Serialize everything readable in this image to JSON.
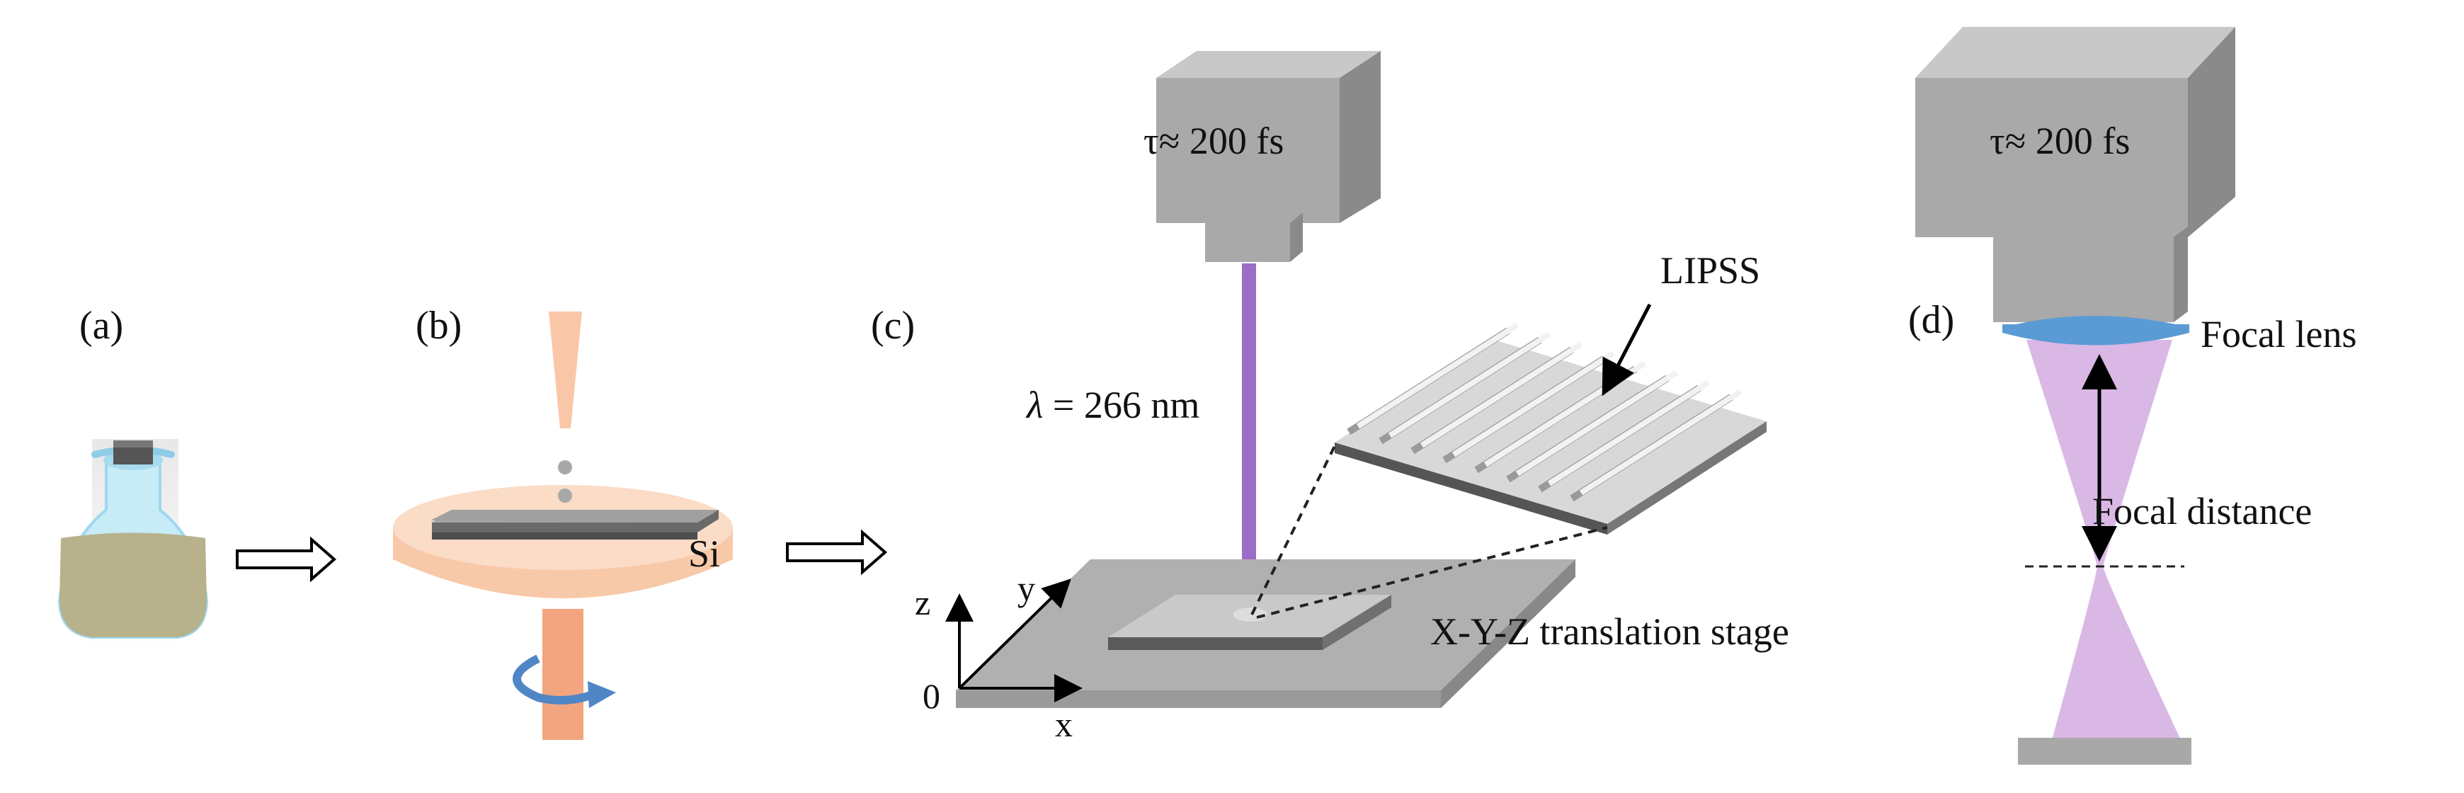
{
  "panels": {
    "a": {
      "label": "(a)"
    },
    "b": {
      "label": "(b)",
      "substrate_label": "Si"
    },
    "c": {
      "label": "(c)",
      "pulse_label": "τ≈ 200 fs",
      "wavelength_label": "λ = 266 nm",
      "lipss_label": "LIPSS",
      "stage_label": "X-Y-Z translation stage",
      "axis_z": "z",
      "axis_y": "y",
      "axis_x": "x",
      "origin": "0"
    },
    "d": {
      "label": "(d)",
      "pulse_label": "τ≈ 200 fs",
      "lens_label": "Focal lens",
      "distance_label": "Focal distance"
    }
  },
  "colors": {
    "laser_box_front": "#a9a9a9",
    "laser_box_top": "#c8c8c8",
    "laser_box_side": "#8a8a8a",
    "beam": "#9b6dc6",
    "beam_cone": "#d9b8e6",
    "lens": "#5b9bd5",
    "spin_disc": "#f8c9a8",
    "spin_shaft": "#f2a57e",
    "rotation_arrow": "#4f86c6",
    "flask_liquid": "#b7b28c",
    "flask_glass": "#bfe6f5",
    "stage": "#b0b0b0",
    "substrate": "#8c8c8c"
  },
  "icons": [
    "flask-icon",
    "spin-coater-icon",
    "process-arrow-icon"
  ]
}
